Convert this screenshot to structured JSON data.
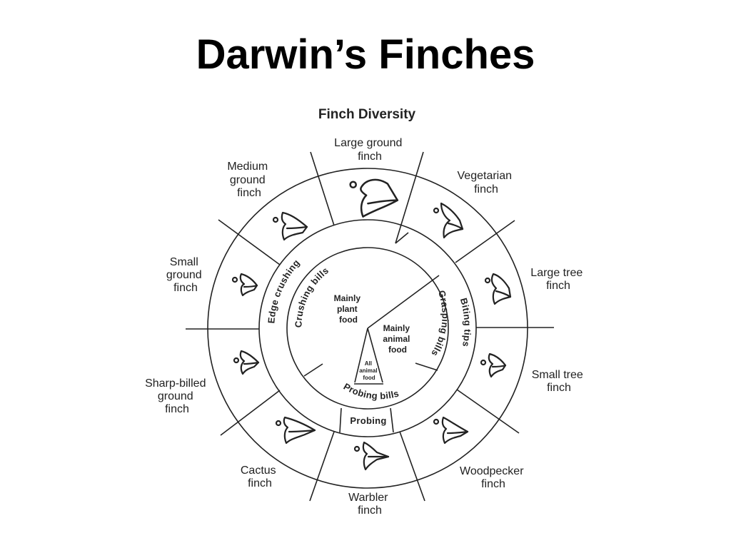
{
  "title": "Darwin’s Finches",
  "diagram": {
    "heading": "Finch Diversity",
    "center": {
      "plant": [
        "Mainly",
        "plant",
        "food"
      ],
      "animal": [
        "Mainly",
        "animal",
        "food"
      ],
      "all_animal": [
        "All",
        "animal",
        "food"
      ]
    },
    "ring_labels": {
      "crushing_bills": "Crushing bills",
      "grasping_bills": "Grasping bills",
      "probing_bills": "Probing bills",
      "edge_crushing": "Edge crushing",
      "biting_tips": "Biting tips",
      "probing": "Probing"
    },
    "finches": [
      {
        "name": [
          "Large ground",
          "finch"
        ],
        "icon": "large-ground-finch-beak-icon"
      },
      {
        "name": [
          "Vegetarian",
          "finch"
        ],
        "icon": "vegetarian-finch-beak-icon"
      },
      {
        "name": [
          "Large tree",
          "finch"
        ],
        "icon": "large-tree-finch-beak-icon"
      },
      {
        "name": [
          "Small tree",
          "finch"
        ],
        "icon": "small-tree-finch-beak-icon"
      },
      {
        "name": [
          "Woodpecker",
          "finch"
        ],
        "icon": "woodpecker-finch-beak-icon"
      },
      {
        "name": [
          "Warbler",
          "finch"
        ],
        "icon": "warbler-finch-beak-icon"
      },
      {
        "name": [
          "Cactus",
          "finch"
        ],
        "icon": "cactus-finch-beak-icon"
      },
      {
        "name": [
          "Sharp-billed",
          "ground",
          "finch"
        ],
        "icon": "sharp-billed-ground-finch-beak-icon"
      },
      {
        "name": [
          "Small",
          "ground",
          "finch"
        ],
        "icon": "small-ground-finch-beak-icon"
      },
      {
        "name": [
          "Medium",
          "ground",
          "finch"
        ],
        "icon": "medium-ground-finch-beak-icon"
      }
    ]
  }
}
